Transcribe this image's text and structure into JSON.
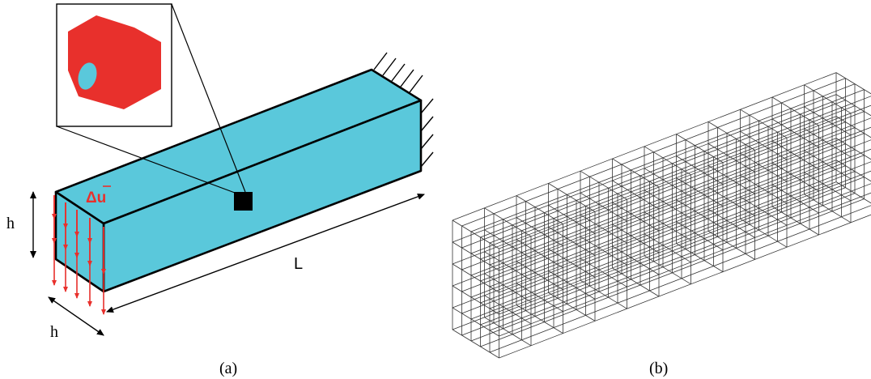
{
  "colors": {
    "beam_fill": "#5ac8db",
    "inclusion_fill": "#e8302c",
    "load_arrows": "#e8302c",
    "stroke": "#000000"
  },
  "panel_a": {
    "caption": "(a)",
    "height_label_vertical": "h",
    "height_label_depth": "h",
    "length_label": "L",
    "load_label": "Δu",
    "inset_icon": "unit-cell-cube-with-inclusion"
  },
  "panel_b": {
    "caption": "(b)",
    "mesh_icon": "hexahedral-mesh-wireframe"
  }
}
